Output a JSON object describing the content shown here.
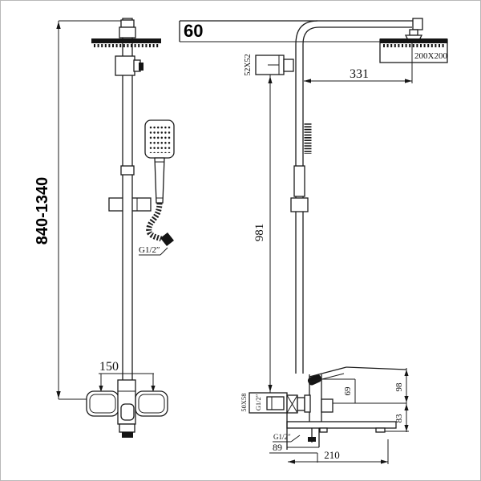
{
  "drawing": {
    "kind": "shower-column-dimension-drawing",
    "background": "#ffffff",
    "line_color": "#1b1b1b",
    "labels": {
      "height_range": "840-1340",
      "arm_drop": "60",
      "bracket_size": "52X52",
      "head_size": "200X200",
      "arm_reach": "331",
      "bar_height": "981",
      "hose_thread": "G1/2″",
      "handle_span": "150",
      "wall_flange_size": "50X58",
      "wall_flange_thread": "G1/2″",
      "spout_top_height": "69",
      "upper_section_height": "98",
      "lower_section_height": "83",
      "outlet_thread": "G1/2″",
      "spout_offset": "89",
      "base_depth": "210"
    }
  }
}
